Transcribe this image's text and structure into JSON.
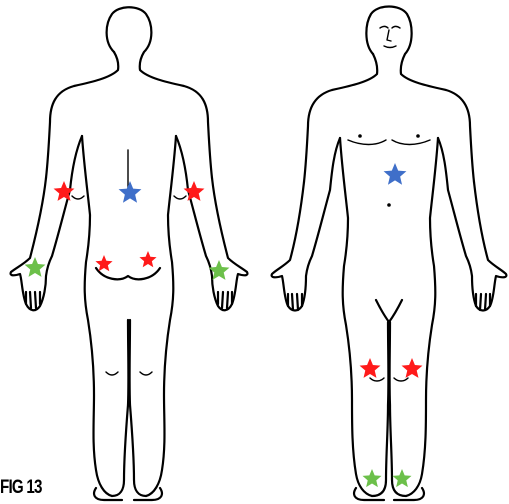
{
  "figure": {
    "label": "FIG 13"
  },
  "colors": {
    "red": "#ff1a1a",
    "blue": "#3f6fc9",
    "green": "#6cc04a",
    "outline": "#000000"
  },
  "markers": {
    "back_view": [
      {
        "id": "back-left-elbow",
        "color": "red"
      },
      {
        "id": "back-lower-spine",
        "color": "blue"
      },
      {
        "id": "back-right-elbow",
        "color": "red"
      },
      {
        "id": "back-left-buttock",
        "color": "red"
      },
      {
        "id": "back-right-buttock",
        "color": "red"
      },
      {
        "id": "back-left-palm",
        "color": "green"
      },
      {
        "id": "back-right-palm",
        "color": "green"
      }
    ],
    "front_view": [
      {
        "id": "front-abdomen",
        "color": "blue"
      },
      {
        "id": "front-left-knee",
        "color": "red"
      },
      {
        "id": "front-right-knee",
        "color": "red"
      },
      {
        "id": "front-left-foot",
        "color": "green"
      },
      {
        "id": "front-right-foot",
        "color": "green"
      }
    ]
  }
}
